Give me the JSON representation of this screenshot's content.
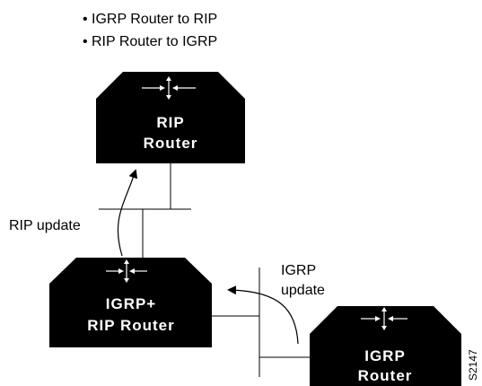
{
  "bullets": [
    "IGRP Router to RIP",
    "RIP Router to IGRP"
  ],
  "routers": {
    "rip": {
      "line1": "RIP",
      "line2": "Router"
    },
    "igrp_rip": {
      "line1": "IGRP+",
      "line2": "RIP Router"
    },
    "igrp": {
      "line1": "IGRP",
      "line2": "Router"
    }
  },
  "labels": {
    "rip_update": "RIP update",
    "igrp_update_line1": "IGRP",
    "igrp_update_line2": "update"
  },
  "figure_id": "S2147",
  "colors": {
    "router_fill": "#000000",
    "router_top": "#1a1a1a",
    "line": "#000000",
    "text_on_router": "#ffffff"
  }
}
